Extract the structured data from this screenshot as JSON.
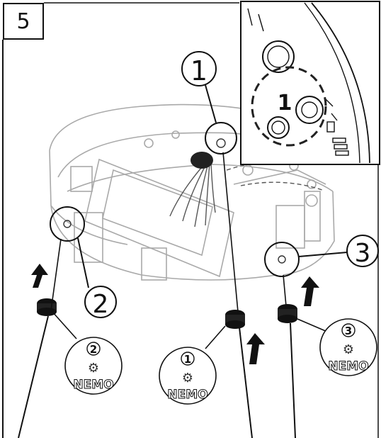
{
  "step_number": "5",
  "callouts": {
    "one": "1",
    "two": "2",
    "three": "3"
  },
  "detail_inset": {
    "label": "1"
  },
  "connectors": [
    {
      "number": "2",
      "brand": "NEMO"
    },
    {
      "number": "1",
      "brand": "NEMO"
    },
    {
      "number": "3",
      "brand": "NEMO"
    }
  ]
}
